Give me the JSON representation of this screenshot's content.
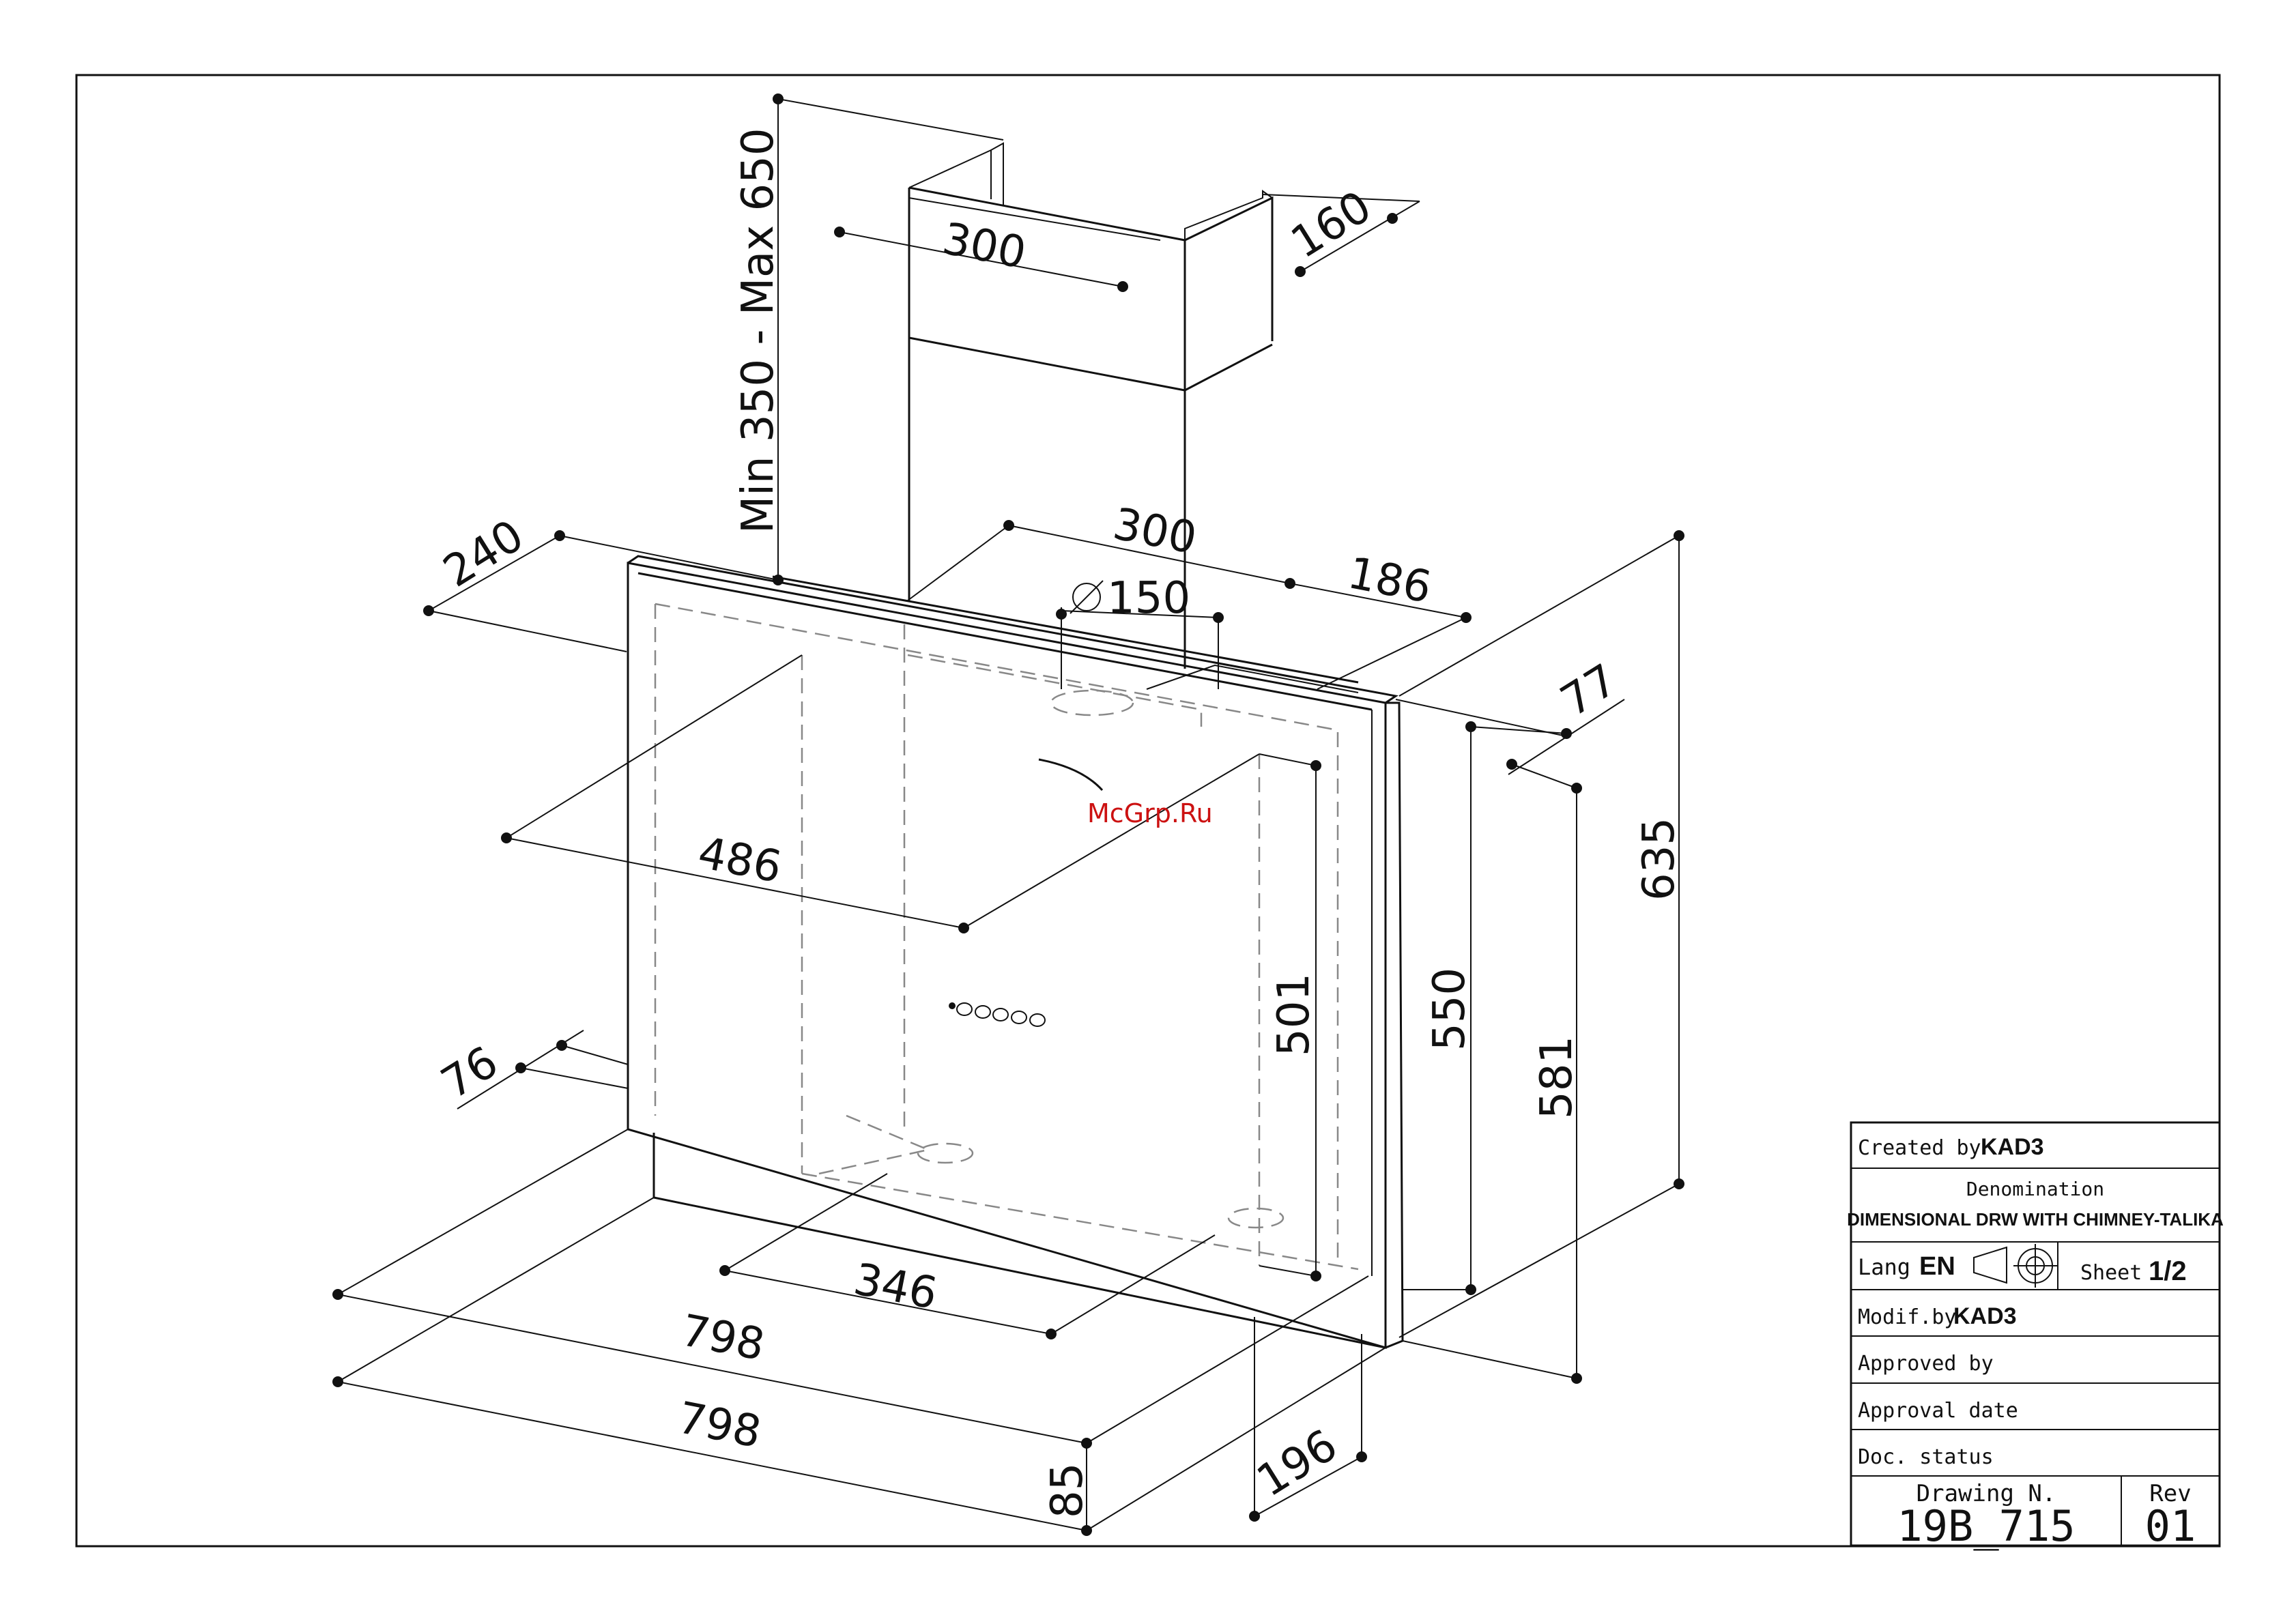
{
  "watermark": "McGrp.Ru",
  "dimensions": {
    "chimney_height": "Min 350 - Max 650",
    "chimney_width": "300",
    "chimney_depth": "160",
    "hood_depth": "240",
    "top_width": "300",
    "duct_diameter": "150",
    "offset_186": "186",
    "offset_77": "77",
    "panel_width": "486",
    "panel_height": "501",
    "height_550": "550",
    "height_581": "581",
    "height_635": "635",
    "dim_76": "76",
    "dim_346": "346",
    "width_798_top": "798",
    "width_798_bottom": "798",
    "dim_85": "85",
    "dim_196": "196"
  },
  "title_block": {
    "created_by_label": "Created by",
    "created_by": "KAD3",
    "denomination_label": "Denomination",
    "denomination": "DIMENSIONAL DRW WITH CHIMNEY-TALIKA",
    "lang_label": "Lang",
    "lang": "EN",
    "sheet_label": "Sheet",
    "sheet": "1/2",
    "modif_label": "Modif.by",
    "modif_by": "KAD3",
    "approved_by_label": "Approved by",
    "approval_date_label": "Approval date",
    "doc_status_label": "Doc. status",
    "drawing_n_label": "Drawing N.",
    "drawing_n": "19B_715",
    "rev_label": "Rev",
    "rev": "01"
  },
  "colors": {
    "watermark": "#cc1111",
    "line": "#111111",
    "hidden_line": "#888888"
  }
}
